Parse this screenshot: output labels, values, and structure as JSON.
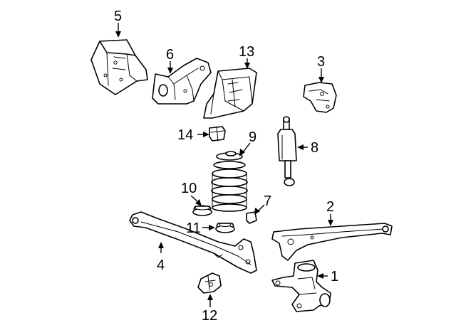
{
  "callouts": {
    "c1": "1",
    "c2": "2",
    "c3": "3",
    "c4": "4",
    "c5": "5",
    "c6": "6",
    "c7": "7",
    "c8": "8",
    "c9": "9",
    "c10": "10",
    "c11": "11",
    "c12": "12",
    "c13": "13",
    "c14": "14"
  }
}
